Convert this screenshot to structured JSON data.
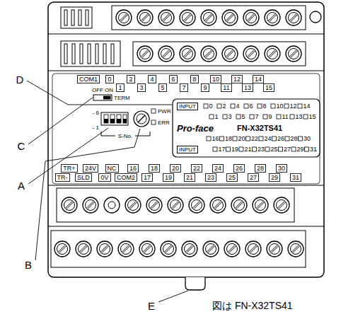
{
  "diagram": {
    "caption": "図は FN-X32TS41",
    "nodes": [
      {
        "text": [
          "INPUT"
        ]
      },
      {
        "text": [
          "INPUT"
        ]
      }
    ],
    "labels": [
      "D",
      "C",
      "A",
      "B",
      "E",
      "COM1",
      "0",
      "2",
      "4",
      "6",
      "8",
      "10",
      "12",
      "14",
      "1",
      "3",
      "5",
      "7",
      "9",
      "11",
      "13",
      "15",
      "OFF",
      "ON",
      "TERM",
      "- 6",
      "- 1",
      "S-No.",
      "PWR",
      "ERR",
      "0",
      "2",
      "4",
      "6",
      "8",
      "10",
      "12",
      "14",
      "1",
      "3",
      "5",
      "7",
      "9",
      "11",
      "13",
      "15",
      "Pro-face",
      "FN-X32TS41",
      "16",
      "18",
      "20",
      "22",
      "24",
      "26",
      "28",
      "30",
      "17",
      "19",
      "21",
      "23",
      "25",
      "27",
      "29",
      "31",
      "TR+",
      "24V",
      "NC",
      "16",
      "18",
      "20",
      "22",
      "24",
      "26",
      "28",
      "30",
      "TR-",
      "SLD",
      "0V",
      "COM2",
      "17",
      "19",
      "21",
      "23",
      "25",
      "27",
      "29",
      "31"
    ]
  }
}
